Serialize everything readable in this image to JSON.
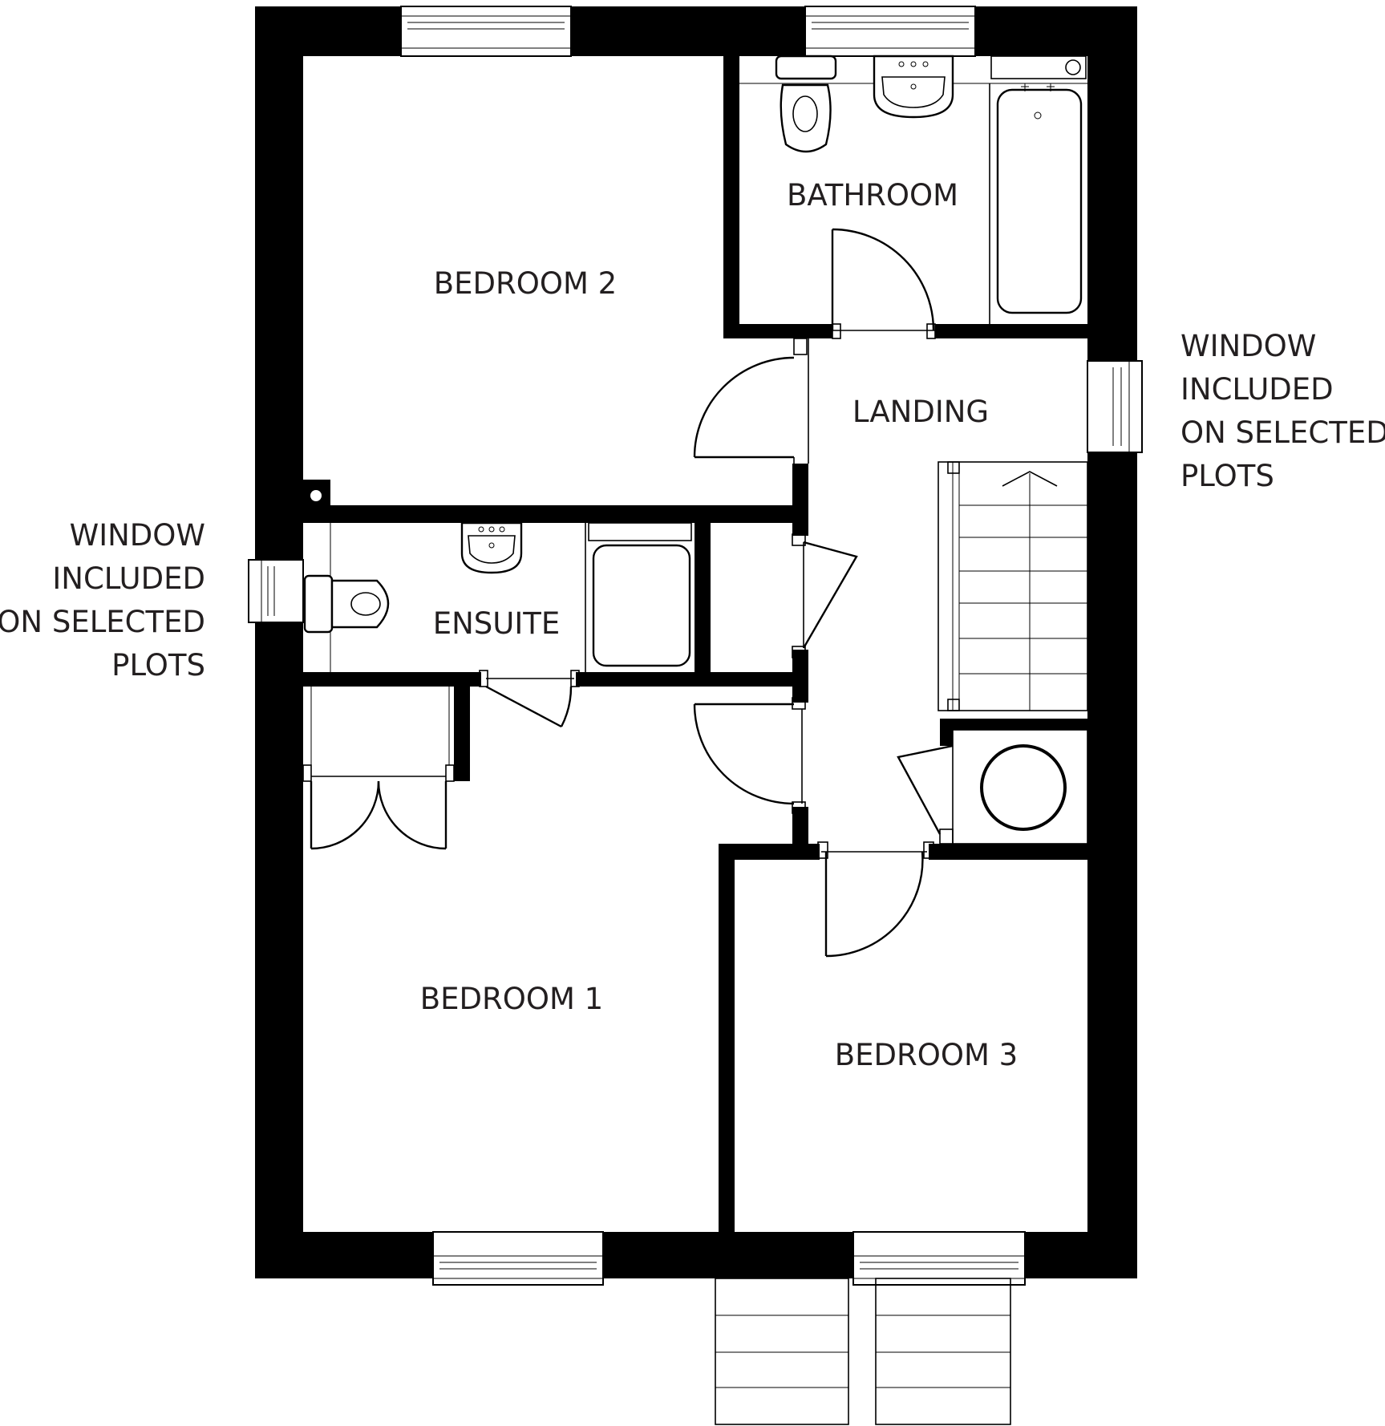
{
  "rooms": {
    "bedroom2": "BEDROOM 2",
    "bathroom": "BATHROOM",
    "landing": "LANDING",
    "ensuite": "ENSUITE",
    "bedroom1": "BEDROOM 1",
    "bedroom3": "BEDROOM 3"
  },
  "notes": {
    "right": [
      "WINDOW",
      "INCLUDED",
      "ON SELECTED",
      "PLOTS"
    ],
    "left": [
      "WINDOW",
      "INCLUDED",
      "ON SELECTED",
      "PLOTS"
    ]
  },
  "colors": {
    "wall": "#000000",
    "text": "#231f20",
    "background": "#ffffff"
  }
}
